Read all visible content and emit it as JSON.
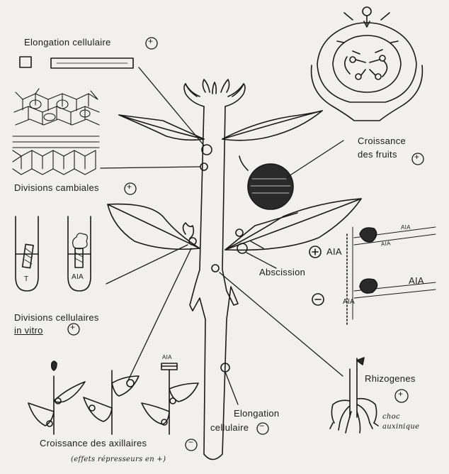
{
  "labels": {
    "elongation_top": "Elongation cellulaire",
    "elongation_top_sign": "+",
    "fruits_line1": "Croissance",
    "fruits_line2": "des fruits",
    "fruits_sign": "+",
    "cambial": "Divisions cambiales",
    "cambial_sign": "+",
    "tube_t": "T",
    "tube_aia": "AIA",
    "divisions_line1": "Divisions cellulaires",
    "divisions_line2": "in vitro",
    "divisions_sign": "+",
    "abscission": "Abscission",
    "abscission_plus": "+",
    "abscission_minus": "−",
    "aia_plus": "AIA",
    "aia_minus": "AIA",
    "aia_small_left": "AIA",
    "aia_small_top1": "AIA",
    "aia_small_top2": "AIA",
    "aia_cap": "AIA",
    "rhizo": "Rhizogenes",
    "rhizo_sign": "+",
    "rhizo_note1": "choc",
    "rhizo_note2": "auxinique",
    "elong_bottom1": "Elongation",
    "elong_bottom2": "cellulaire",
    "elong_bottom_sign": "−",
    "axillary": "Croissance des axillaires",
    "axillary_sign": "−",
    "axillary_note": "(effets répresseurs en +)"
  },
  "colors": {
    "ink": "#1a1a1a",
    "paper": "#f2f0ec"
  }
}
